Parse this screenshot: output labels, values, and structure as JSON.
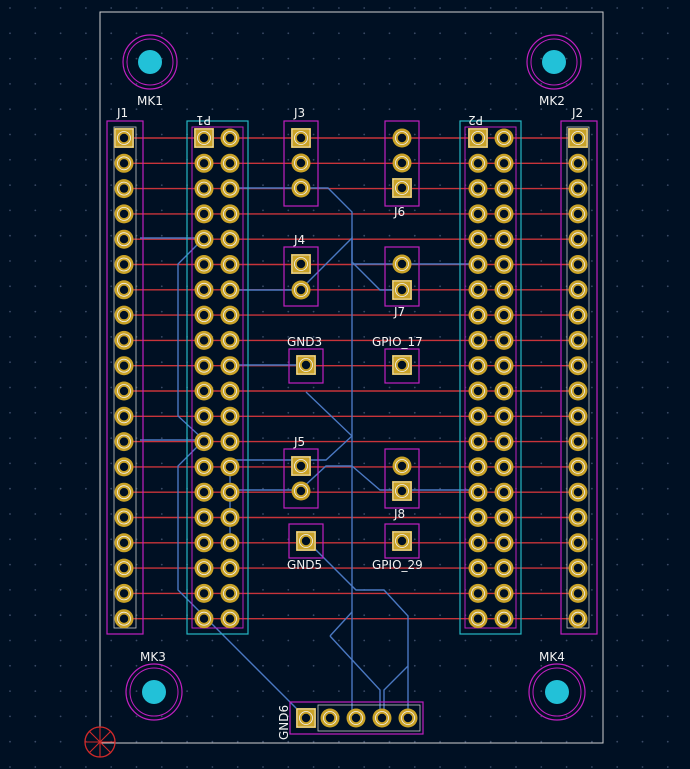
{
  "labels": {
    "mk1": "MK1",
    "mk2": "MK2",
    "mk3": "MK3",
    "mk4": "MK4",
    "j1": "J1",
    "p1": "P1",
    "j3": "J3",
    "p2": "P2",
    "j2": "J2",
    "j6": "J6",
    "j4": "J4",
    "j7": "J7",
    "gnd3": "GND3",
    "gpio17": "GPIO_17",
    "j5": "J5",
    "j8": "J8",
    "gnd5": "GND5",
    "gpio29": "GPIO_29",
    "gnd6": "GND6"
  },
  "colors": {
    "background": "#001023",
    "grid_dot": "#3a4a66",
    "board_edge": "#d0d0d0",
    "front_copper_trace": "#c8343a",
    "back_copper_trace": "#4a78c2",
    "pad": "#c9a227",
    "pad_hole": "#001023",
    "silkscreen_courtyard": "#c020c0",
    "fab_outline": "#24b8c4",
    "mounting_hole": "#22c1d8",
    "drill_marker": "#d22a2a"
  },
  "icons": {
    "origin": "crosshair-circle-icon"
  }
}
